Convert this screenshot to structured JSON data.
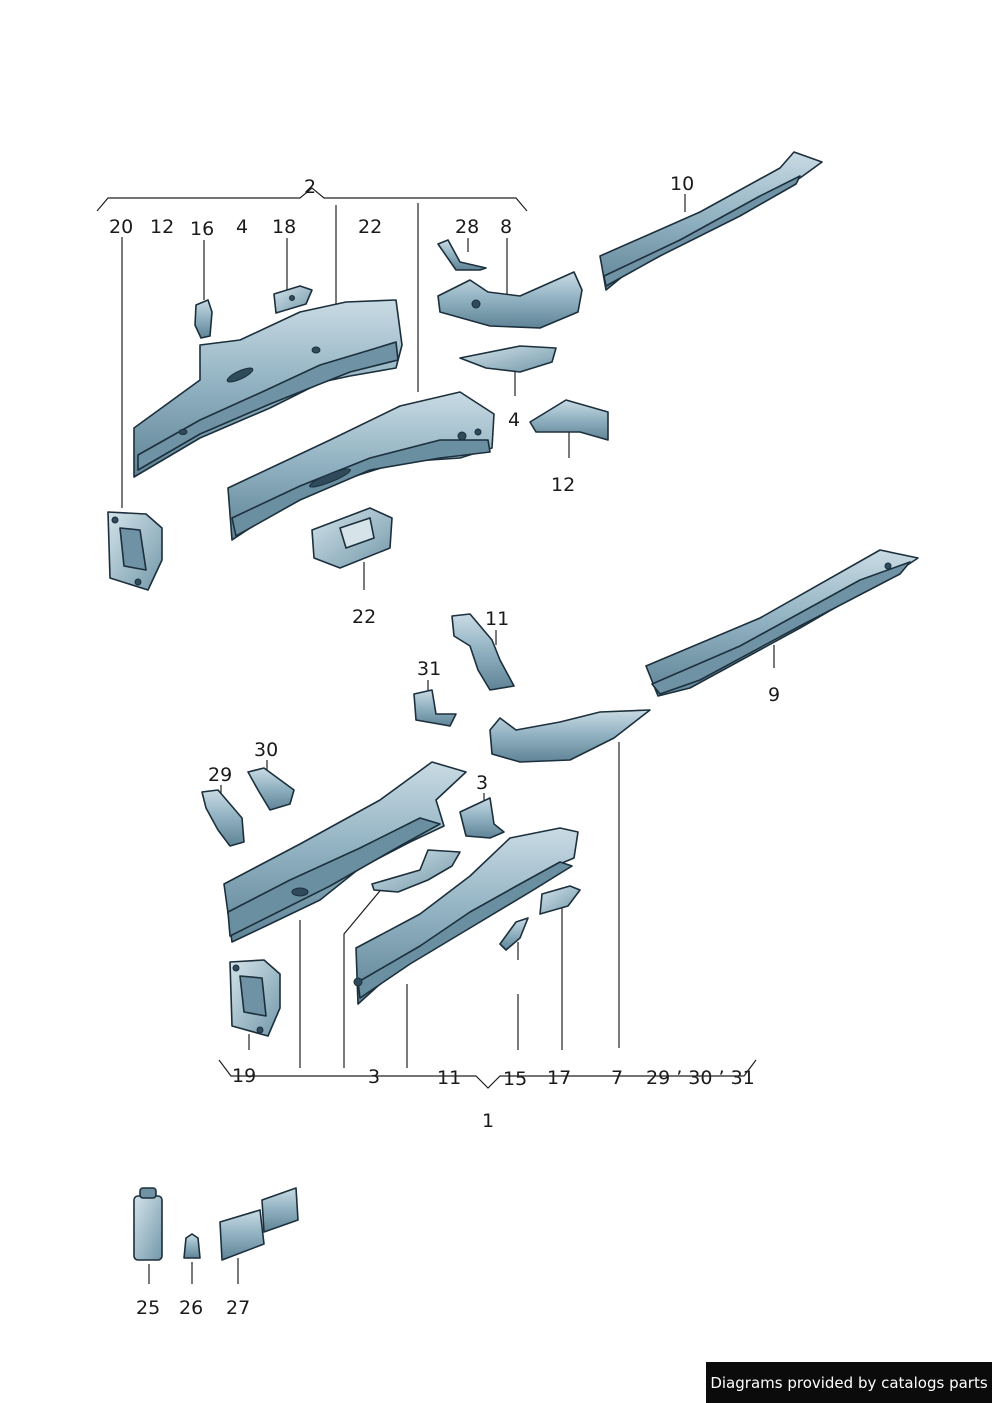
{
  "diagram": {
    "group_labels": {
      "upper_group": "2",
      "lower_group": "1"
    },
    "upper_labels": {
      "l20": "20",
      "l12a": "12",
      "l16": "16",
      "l4a": "4",
      "l18": "18",
      "l22a": "22",
      "l28": "28",
      "l8": "8",
      "l10": "10",
      "l4b": "4",
      "l12b": "12",
      "l22b": "22"
    },
    "lower_labels": {
      "l11a": "11",
      "l31a": "31",
      "l9": "9",
      "l30a": "30",
      "l29a": "29",
      "l3a": "3",
      "l19": "19",
      "l3b": "3",
      "l11b": "11",
      "l15": "15",
      "l17": "17",
      "l7": "7",
      "l_29_30_31": "29 ’ 30 ’ 31"
    },
    "extra_labels": {
      "l25": "25",
      "l26": "26",
      "l27": "27"
    },
    "colors": {
      "part_fill": "#8fb0c0",
      "part_dark": "#5f8496",
      "part_light": "#c9dbe4",
      "outline": "#1c2f3c"
    }
  },
  "footer": {
    "text": "Diagrams provided by catalogs parts"
  }
}
